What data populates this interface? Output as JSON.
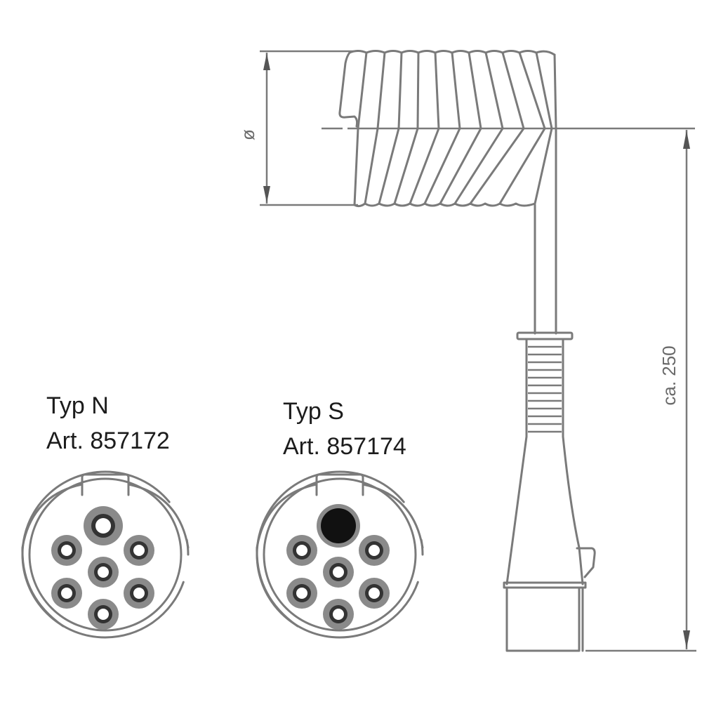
{
  "diagram": {
    "coil": {
      "turns": 10,
      "diameter_label": "ø"
    },
    "length_dimension": {
      "label": "ca. 250"
    },
    "connectors": [
      {
        "type_label": "Typ N",
        "article_label": "Art. 857172",
        "center_pin": "open",
        "pins": 7
      },
      {
        "type_label": "Typ S",
        "article_label": "Art. 857174",
        "center_pin": "filled",
        "pins": 7
      }
    ],
    "colors": {
      "line": "#7a7a7a",
      "text": "#1c1c1c",
      "filled_pin": "#111111",
      "background": "#ffffff"
    }
  }
}
